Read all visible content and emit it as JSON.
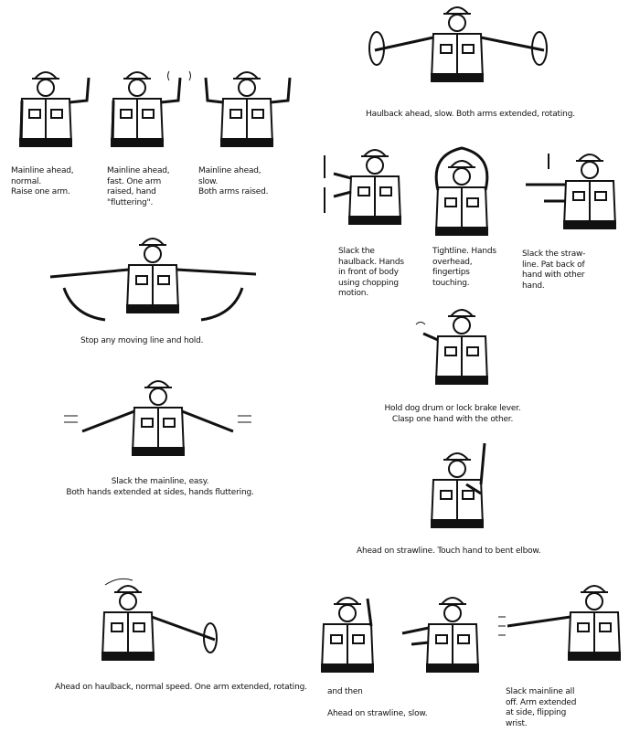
{
  "signals": [
    {
      "id": "mainline-ahead-normal",
      "lines": [
        "Mainline ahead,",
        "normal.",
        "Raise one arm."
      ]
    },
    {
      "id": "mainline-ahead-fast",
      "lines": [
        "Mainline ahead,",
        "fast. One arm",
        "raised, hand",
        "\"fluttering\"."
      ]
    },
    {
      "id": "mainline-ahead-slow",
      "lines": [
        "Mainline ahead,",
        "slow.",
        "Both arms raised."
      ]
    },
    {
      "id": "haulback-ahead-slow",
      "lines": [
        "Haulback ahead, slow. Both arms extended, rotating."
      ]
    },
    {
      "id": "slack-haulback",
      "lines": [
        "Slack the",
        "haulback. Hands",
        "in front of body",
        "using chopping",
        "motion."
      ]
    },
    {
      "id": "tightline",
      "lines": [
        "Tightline. Hands",
        "overhead,",
        "fingertips",
        "touching."
      ]
    },
    {
      "id": "slack-strawline",
      "lines": [
        "Slack the straw-",
        "line. Pat back of",
        "hand with other",
        "hand."
      ]
    },
    {
      "id": "stop",
      "lines": [
        "Stop any moving line and hold."
      ]
    },
    {
      "id": "hold-dog-drum",
      "lines": [
        "Hold dog drum or lock brake lever.",
        "Clasp one hand with the other."
      ]
    },
    {
      "id": "slack-mainline-easy",
      "lines": [
        "Slack the mainline, easy.",
        "Both hands extended at sides, hands fluttering."
      ]
    },
    {
      "id": "ahead-strawline",
      "lines": [
        "Ahead on strawline. Touch hand to bent elbow."
      ]
    },
    {
      "id": "ahead-haulback-normal",
      "lines": [
        "Ahead on haulback, normal speed. One arm extended, rotating."
      ]
    },
    {
      "id": "ahead-strawline-slow",
      "lines": [
        "and then",
        "Ahead on strawline, slow."
      ]
    },
    {
      "id": "slack-mainline-all-off",
      "lines": [
        "Slack mainline all",
        "off. Arm extended",
        "at side, flipping",
        "wrist."
      ]
    }
  ]
}
